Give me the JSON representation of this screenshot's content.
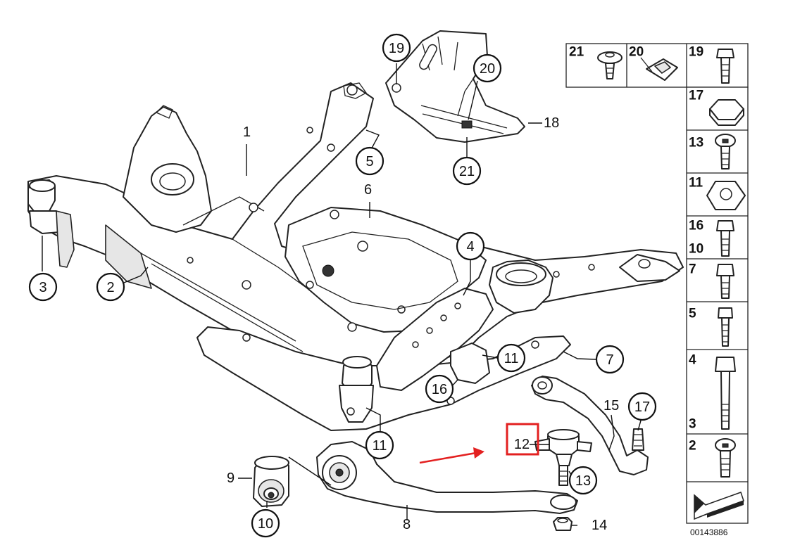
{
  "callouts": {
    "c1": "1",
    "c2": "2",
    "c3": "3",
    "c4": "4",
    "c5": "5",
    "c6": "6",
    "c7": "7",
    "c8": "8",
    "c9": "9",
    "c10": "10",
    "c11a": "11",
    "c11b": "11",
    "c12": "12",
    "c13": "13",
    "c14": "14",
    "c15": "15",
    "c16": "16",
    "c17": "17",
    "c18": "18",
    "c19": "19",
    "c20": "20",
    "c21": "21"
  },
  "legend": {
    "top_row": [
      "21",
      "20",
      "19"
    ],
    "column": [
      "17",
      "13",
      "11",
      "16",
      "10",
      "7",
      "5",
      "4",
      "3",
      "2"
    ]
  },
  "reference_number": "00143886",
  "colors": {
    "highlight": "#e32020",
    "arrow": "#e32020",
    "line": "#222222"
  }
}
